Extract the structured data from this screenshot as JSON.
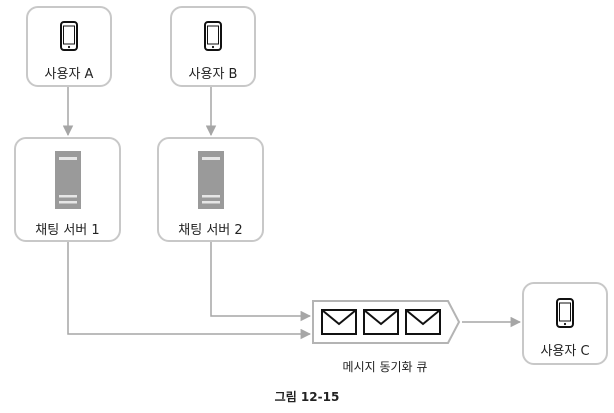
{
  "nodes": {
    "user_a": {
      "label": "사용자 A",
      "icon": "phone-icon"
    },
    "user_b": {
      "label": "사용자 B",
      "icon": "phone-icon"
    },
    "user_c": {
      "label": "사용자 C",
      "icon": "phone-icon"
    },
    "chat_server_1": {
      "label": "채팅 서버 1",
      "icon": "server-icon"
    },
    "chat_server_2": {
      "label": "채팅 서버 2",
      "icon": "server-icon"
    }
  },
  "queue": {
    "label": "메시지 동기화 큐",
    "icon": "envelope-icon",
    "message_count": 3
  },
  "caption": "그림 12-15",
  "colors": {
    "border": "#c8c8c8",
    "arrow": "#a6a6a6",
    "server": "#9a9a9a",
    "icon": "#111111"
  }
}
